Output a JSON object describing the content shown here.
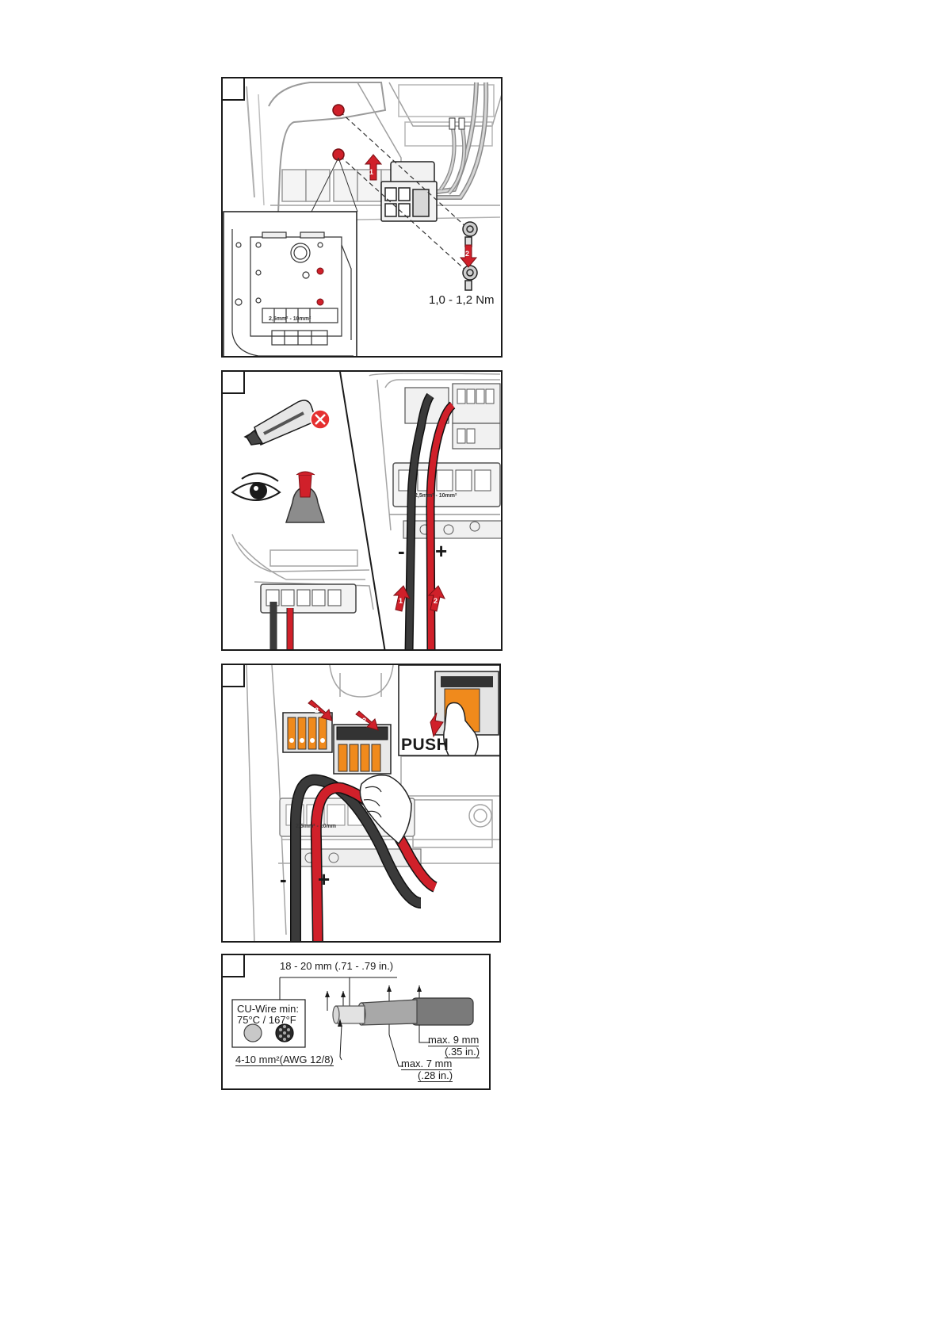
{
  "panels": [
    {
      "id": "panel-1",
      "torque": "1,0 - 1,2 Nm",
      "inset_label": "2,5mm² - 10mm²"
    },
    {
      "id": "panel-2",
      "minus": "-",
      "plus": "+",
      "terminal_label": "2,5mm² - 10mm²"
    },
    {
      "id": "panel-3",
      "push_label": "PUSH",
      "minus": "-",
      "plus": "+",
      "terminal_label": "2,5mm² - 10mm"
    },
    {
      "id": "panel-4",
      "strip_length": "18 - 20 mm (.71 - .79 in.)",
      "wire_spec_line1": "CU-Wire min:",
      "wire_spec_line2": "75°C / 167°F",
      "cross_section": "4-10 mm²(AWG 12/8)",
      "max9": "max. 9 mm",
      "max9_in": "(.35 in.)",
      "max7": "max. 7 mm",
      "max7_in": "(.28 in.)"
    }
  ],
  "colors": {
    "red": "#d0202a",
    "dark_red": "#a01820",
    "cable_black": "#3a3a3a",
    "orange": "#f08a1c",
    "line_gray": "#9a9a9a"
  },
  "icons": [
    "screw-icon",
    "step-arrow-icon",
    "cutter-icon",
    "forbidden-icon",
    "eye-icon",
    "cable-end-icon",
    "hand-icon",
    "connector-icon",
    "wire-solid-icon",
    "wire-stranded-icon"
  ]
}
